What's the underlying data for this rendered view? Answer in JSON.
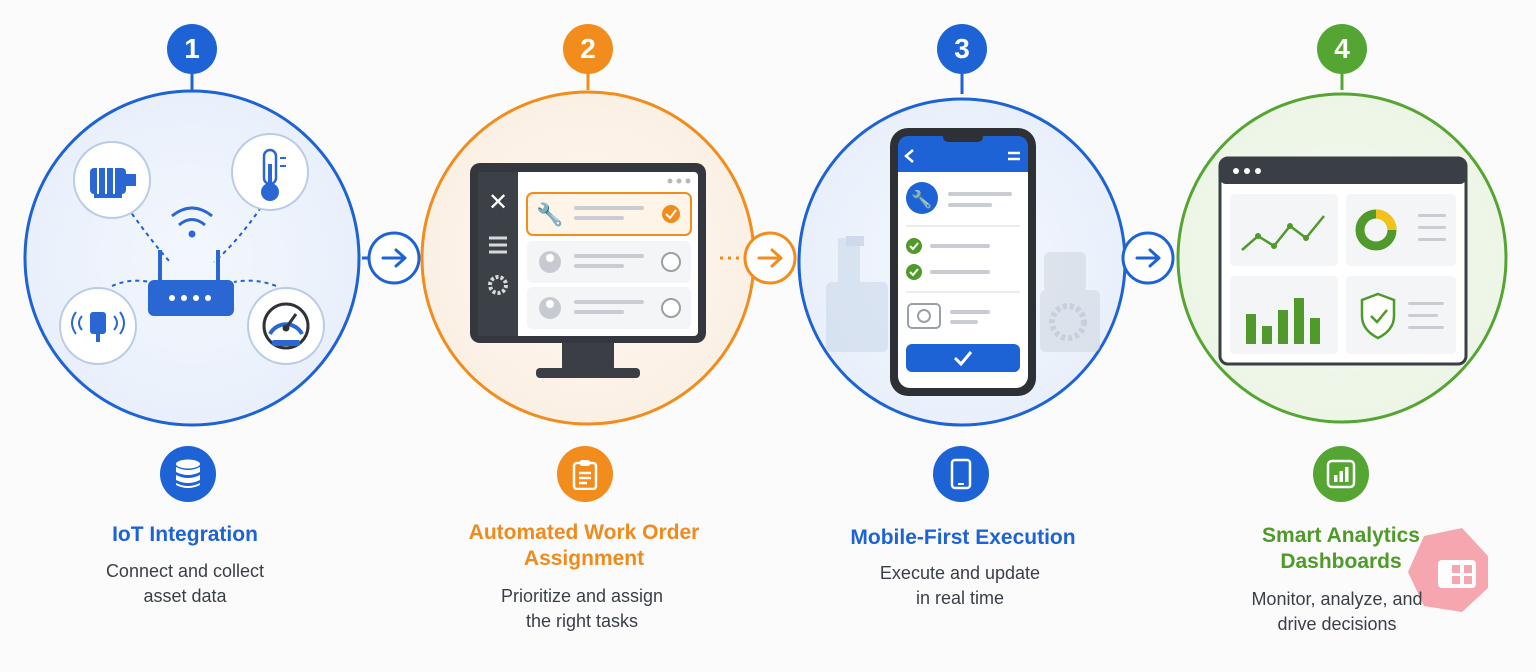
{
  "colors": {
    "blue": "#1d63d6",
    "orange": "#f28c1c",
    "green": "#55a532",
    "dark": "#2f3338",
    "lightgray": "#d9dde3"
  },
  "steps": [
    {
      "number": "1",
      "title": "IoT Integration",
      "desc_line1": "Connect and collect",
      "desc_line2": "asset data",
      "color": "blue",
      "icon": "database-icon"
    },
    {
      "number": "2",
      "title_line1": "Automated Work Order",
      "title_line2": "Assignment",
      "desc_line1": "Prioritize and assign",
      "desc_line2": "the right tasks",
      "color": "orange",
      "icon": "clipboard-icon"
    },
    {
      "number": "3",
      "title": "Mobile-First Execution",
      "desc_line1": "Execute and update",
      "desc_line2": "in real time",
      "color": "blue",
      "icon": "smartphone-icon"
    },
    {
      "number": "4",
      "title_line1": "Smart Analytics",
      "title_line2": "Dashboards",
      "desc_line1": "Monitor, analyze, and",
      "desc_line2": "drive decisions",
      "color": "green",
      "icon": "bar-chart-icon"
    }
  ]
}
